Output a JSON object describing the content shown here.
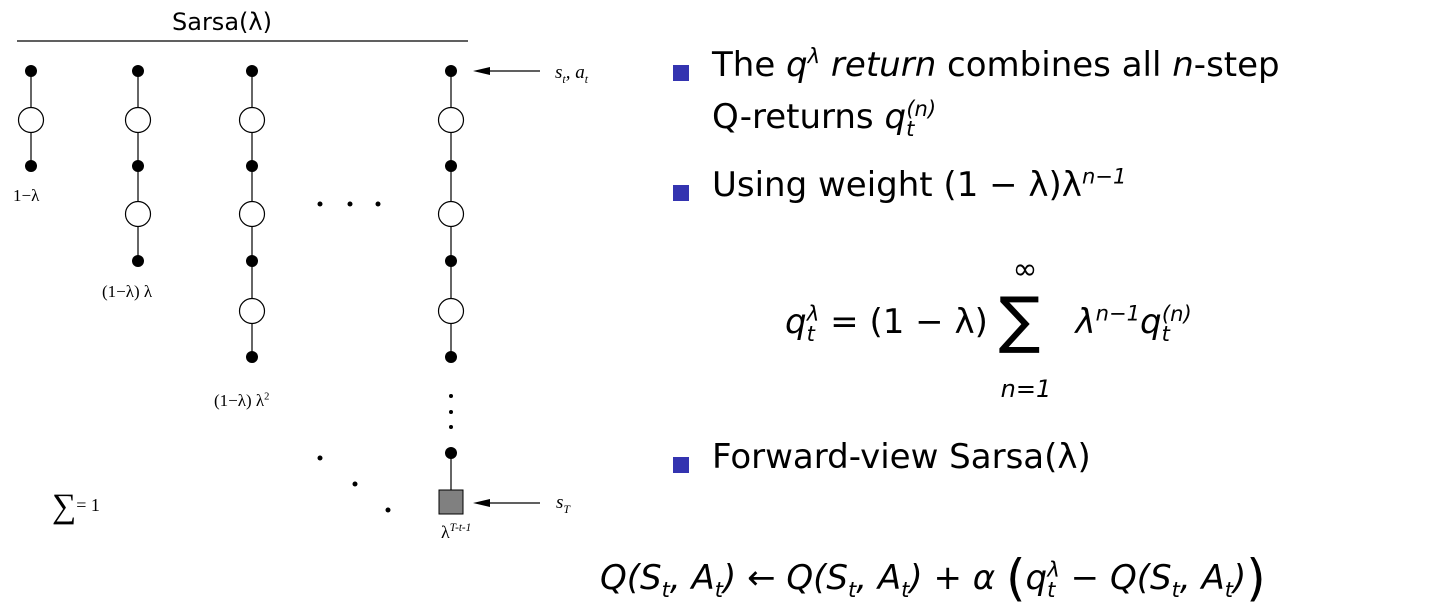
{
  "diagram": {
    "title": "Sarsa(λ)",
    "weights": [
      "1−λ",
      "(1−λ) λ",
      "(1−λ) λ",
      "λ"
    ],
    "weight_exponents": [
      "",
      "",
      "2",
      "T-t-1"
    ],
    "start_label_s": "s",
    "start_label_sub": "t",
    "start_label_a": "a",
    "terminal_label": "s",
    "terminal_sub": "T",
    "sum_label": "= 1",
    "sum_symbol": "∑",
    "ellipsis": "· · ·"
  },
  "bullets": [
    {
      "line1_a": "The ",
      "q": "q",
      "q_sup": "λ",
      "ret": " return",
      "line1_b": " combines all ",
      "n": "n",
      "line1_c": "-step",
      "line2": "Q-returns ",
      "q2": "q",
      "q2_sub": "t",
      "q2_sup": "(n)"
    },
    {
      "text": "Using weight (1 − λ)λ",
      "sup": "n−1"
    },
    {
      "text": "Forward-view Sarsa(λ)"
    }
  ],
  "formula_lambda_return": {
    "lhs": "q",
    "lhs_sub": "t",
    "lhs_sup": "λ",
    "mid": " = (1 − λ)",
    "sum": "∑",
    "sum_top": "∞",
    "sum_bottom": "n=1",
    "term": "λ",
    "term_sup": "n−1",
    "q": "q",
    "q_sub": "t",
    "q_sup": "(n)"
  },
  "formula_update": {
    "text_a": "Q(S",
    "t1": "t",
    "text_b": ", A",
    "t2": "t",
    "text_c": ") ← Q(S",
    "t3": "t",
    "text_d": ", A",
    "t4": "t",
    "text_e": ") + α ",
    "open": "(",
    "q": "q",
    "q_sub": "t",
    "q_sup": "λ",
    "text_f": " − Q(S",
    "t5": "t",
    "text_g": ", A",
    "t6": "t",
    "text_h": ")",
    "close": ")"
  },
  "colors": {
    "bullet": "#3434b0",
    "terminal_box": "#808080"
  }
}
